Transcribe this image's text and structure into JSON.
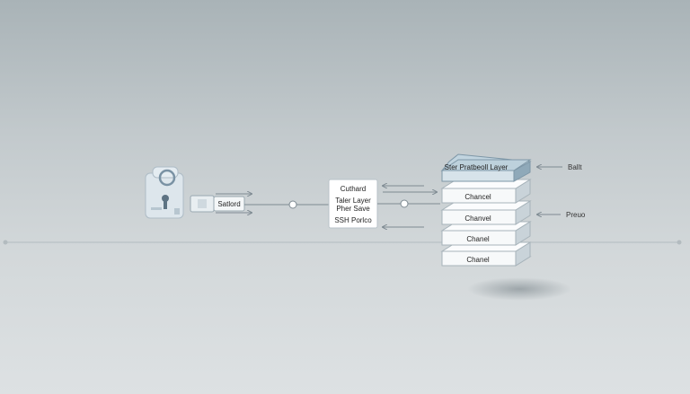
{
  "device": {
    "icon": "keyhole-lock-device-icon",
    "connector_label": "Satlord"
  },
  "middle_box": {
    "lines": [
      "Cuthard",
      "Taler Layer",
      "Pher Save",
      "SSH Porlco"
    ]
  },
  "stack": {
    "top_label": "Ster Pratbeoll Layer",
    "layers": [
      "Chancel",
      "Chanvel",
      "Chanel",
      "Chanel"
    ]
  },
  "side_labels": {
    "top": "Ballt",
    "middle": "Preuo"
  },
  "colors": {
    "background": "#c7cdd0",
    "stroke": "#7e8a92",
    "layer_fill": "#f7f9fa",
    "top_layer": "#bcd0dc"
  }
}
